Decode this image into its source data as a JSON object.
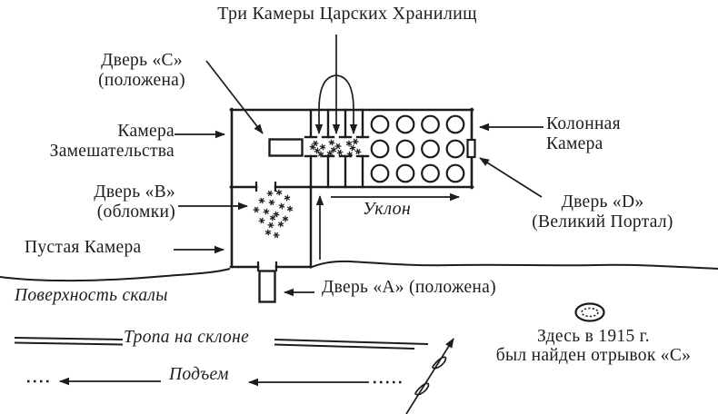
{
  "title": "Три Камеры Царских Хранилищ",
  "labels": {
    "door_c_1": "Дверь «С»",
    "door_c_2": "(положена)",
    "confusion_1": "Камера",
    "confusion_2": "Замешательства",
    "door_b_1": "Дверь «В»",
    "door_b_2": "(обломки)",
    "empty_chamber": "Пустая Камера",
    "rock_surface": "Поверхность скалы",
    "columned_1": "Колонная",
    "columned_2": "Камера",
    "door_d_1": "Дверь «D»",
    "door_d_2": "(Великий Портал)",
    "slope": "Уклон",
    "door_a": "Дверь «А» (положена)",
    "hillside_path": "Тропа на склоне",
    "ascent": "Подъем",
    "found_1": "Здесь в 1915 г.",
    "found_2": "был найден отрывок «С»"
  },
  "colors": {
    "ink": "#1c1c1c",
    "paper": "#ffffff"
  }
}
